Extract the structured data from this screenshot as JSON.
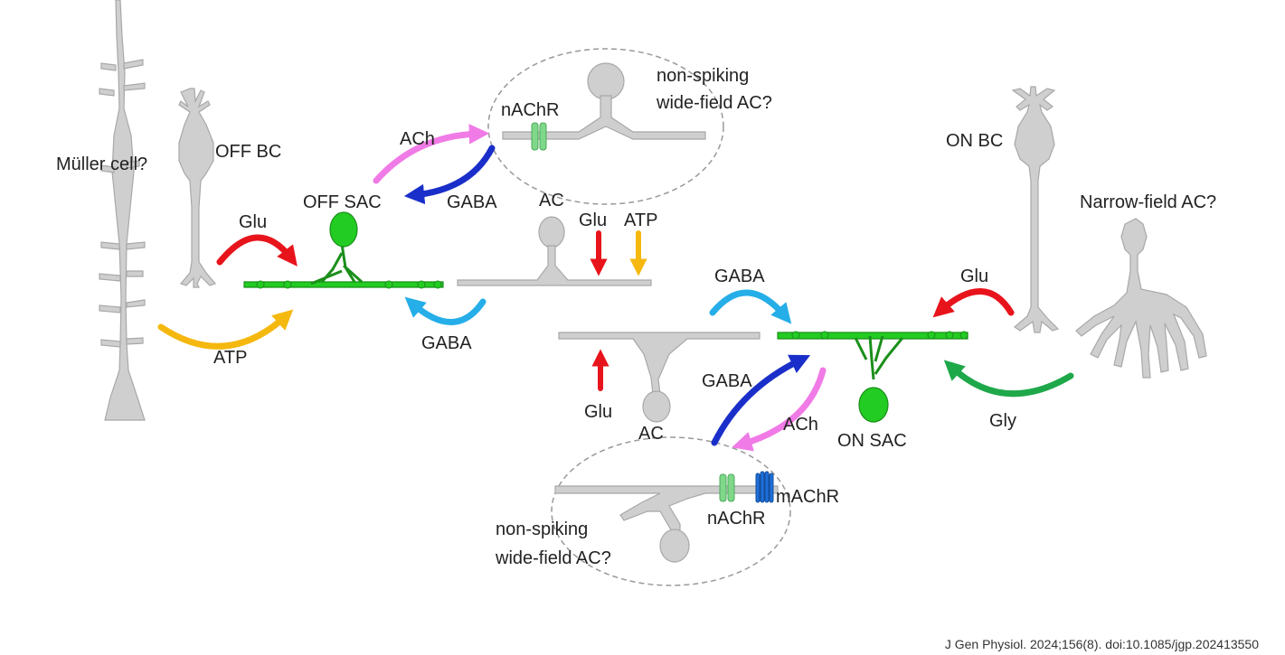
{
  "labels": {
    "muller_cell": "Müller cell?",
    "off_bc": "OFF  BC",
    "on_bc": "ON BC",
    "narrow_field_ac": "Narrow-field AC?",
    "off_sac": "OFF SAC",
    "on_sac": "ON SAC",
    "ac_top": "AC",
    "ac_bottom": "AC",
    "wide_field_top_line1": "non-spiking",
    "wide_field_top_line2": "wide-field AC?",
    "wide_field_bottom_line1": "non-spiking",
    "wide_field_bottom_line2": "wide-field AC?",
    "nachr_top": "nAChR",
    "nachr_bottom": "nAChR",
    "machr": "mAChR"
  },
  "transmitters": {
    "glu_off_bc": "Glu",
    "atp_muller": "ATP",
    "ach_top": "ACh",
    "gaba_top": "GABA",
    "gaba_off_ac": "GABA",
    "glu_ac_top": "Glu",
    "atp_ac_top": "ATP",
    "gaba_on_top": "GABA",
    "glu_on_bc": "Glu",
    "glu_ac_bottom": "Glu",
    "gaba_bottom": "GABA",
    "ach_bottom": "ACh",
    "gly_narrow": "Gly"
  },
  "colors": {
    "glu": "#e8141c",
    "atp": "#f5b80f",
    "ach": "#f07ae6",
    "gaba_wide": "#1a2fc9",
    "gaba_ac": "#25aee8",
    "gly": "#1ea84a",
    "sac": "#22cc22",
    "sac_outline": "#1a8f1a",
    "cell_gray": "#cfcfcf",
    "cell_outline": "#a8a8a8",
    "nachr": "#7fd88a",
    "machr": "#1e6fd9"
  },
  "citation": "J Gen Physiol. 2024;156(8). doi:10.1085/jgp.202413550"
}
